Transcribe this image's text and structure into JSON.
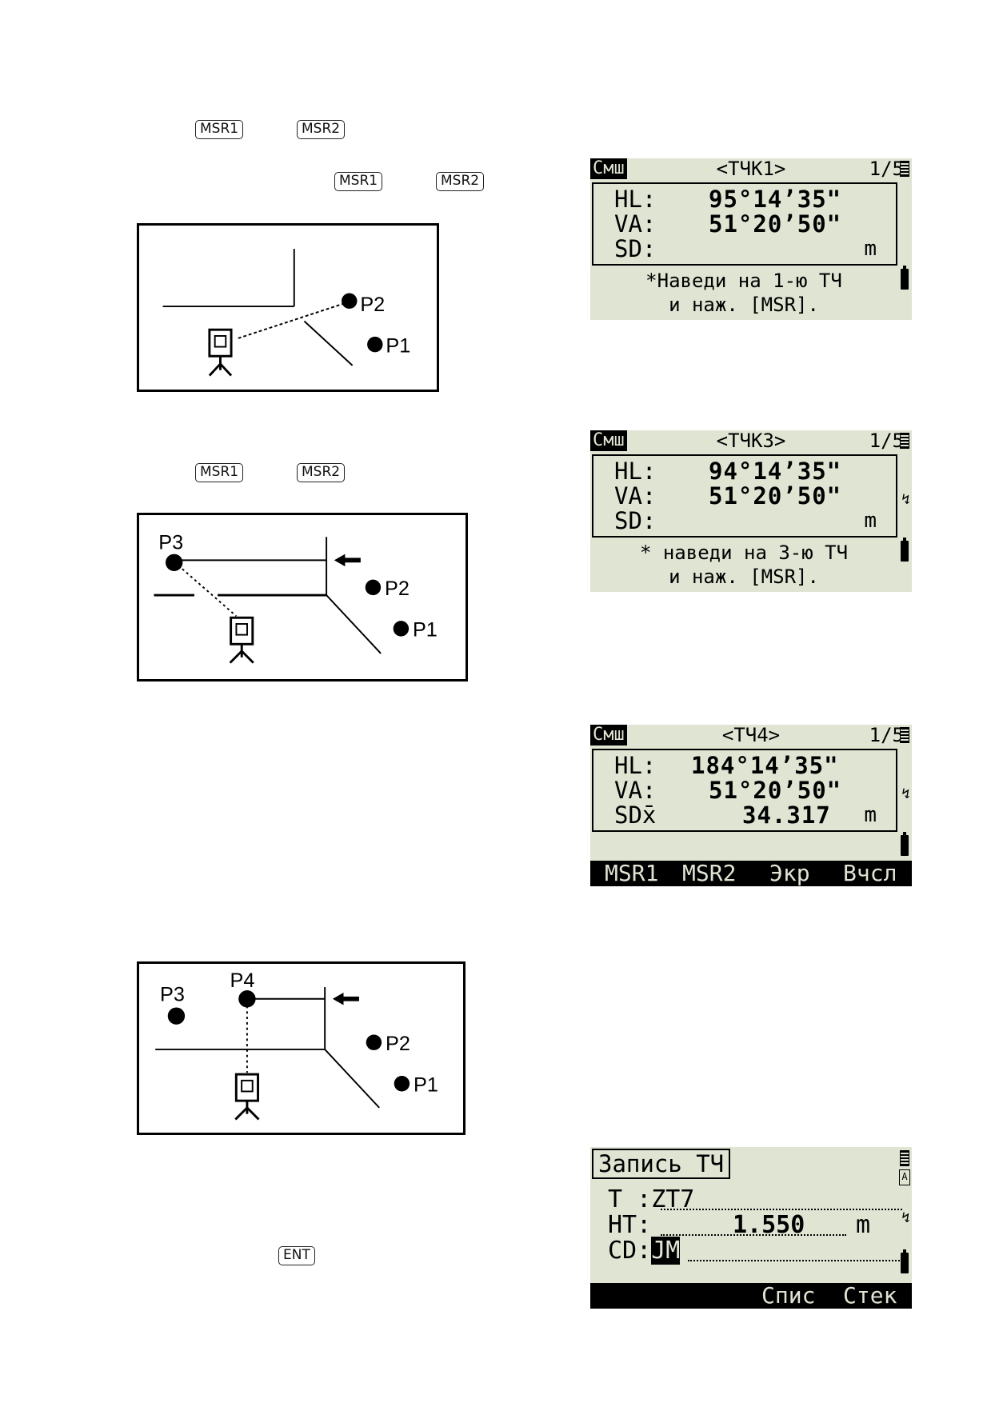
{
  "keys": {
    "row1": [
      "MSR1",
      "MSR2"
    ],
    "row2": [
      "MSR1",
      "MSR2"
    ],
    "row3": [
      "MSR1",
      "MSR2"
    ],
    "enter": "ENT"
  },
  "diagrams": {
    "d1": {
      "points": [
        "P2",
        "P1"
      ]
    },
    "d2": {
      "points": [
        "P3",
        "P2",
        "P1"
      ]
    },
    "d3": {
      "points": [
        "P3",
        "P4",
        "P2",
        "P1"
      ]
    }
  },
  "screen1": {
    "mode": "Смш",
    "title": "<ТЧК1>",
    "page": "1/5",
    "rows": [
      {
        "label": "HL:",
        "value": "95°14’35\"",
        "unit": ""
      },
      {
        "label": "VA:",
        "value": "51°20’50\"",
        "unit": ""
      },
      {
        "label": "SD:",
        "value": "",
        "unit": "m"
      }
    ],
    "message": "*Наведи на 1-ю ТЧ\nи наж. [MSR]."
  },
  "screen2": {
    "mode": "Смш",
    "title": "<ТЧК3>",
    "page": "1/5",
    "rows": [
      {
        "label": "HL:",
        "value": "94°14’35\"",
        "unit": ""
      },
      {
        "label": "VA:",
        "value": "51°20’50\"",
        "unit": ""
      },
      {
        "label": "SD:",
        "value": "",
        "unit": "m"
      }
    ],
    "message": "* наведи на 3-ю ТЧ\nи наж. [MSR]."
  },
  "screen3": {
    "mode": "Смш",
    "title": "<ТЧ4>",
    "page": "1/5",
    "rows": [
      {
        "label": "HL:",
        "value": "184°14’35\"",
        "unit": ""
      },
      {
        "label": "VA:",
        "value": "51°20’50\"",
        "unit": ""
      },
      {
        "label": "SDx̄",
        "value": "34.317",
        "unit": "m"
      }
    ],
    "softkeys": [
      "MSR1",
      "MSR2",
      "Экр",
      "Вчсл"
    ]
  },
  "screen4": {
    "title": "Запись ТЧ",
    "rows": [
      {
        "label": "T  :",
        "value": "ZT7",
        "unit": ""
      },
      {
        "label": "HT:",
        "value": "1.550",
        "unit": "m"
      },
      {
        "label": "CD:",
        "value": "JM",
        "unit": ""
      }
    ],
    "softkeys": [
      "Спис",
      "Стек"
    ]
  }
}
